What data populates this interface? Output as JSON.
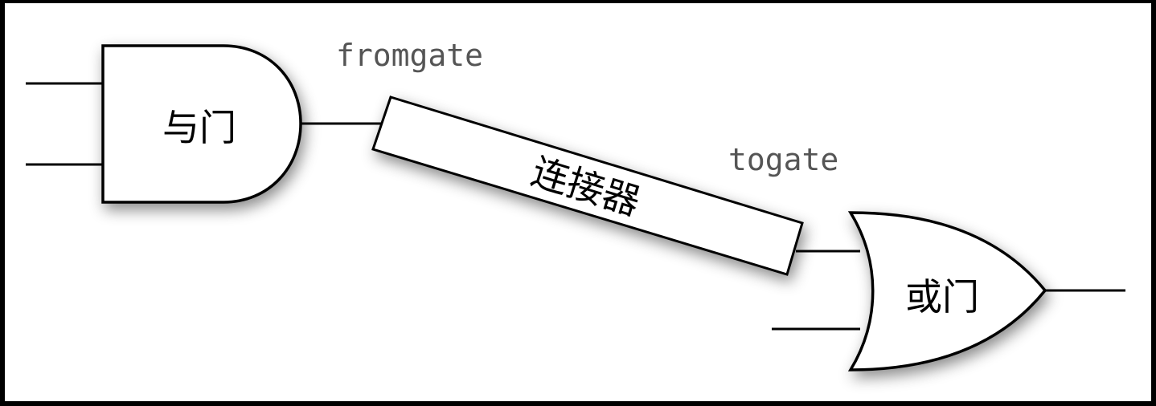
{
  "diagram": {
    "and_gate_label": "与门",
    "or_gate_label": "或门",
    "connector_label": "连接器",
    "fromgate_label": "fromgate",
    "togate_label": "togate"
  },
  "colors": {
    "page_background": "#000000",
    "canvas_background": "#ffffff",
    "stroke": "#000000",
    "annotation_text": "#555555"
  }
}
